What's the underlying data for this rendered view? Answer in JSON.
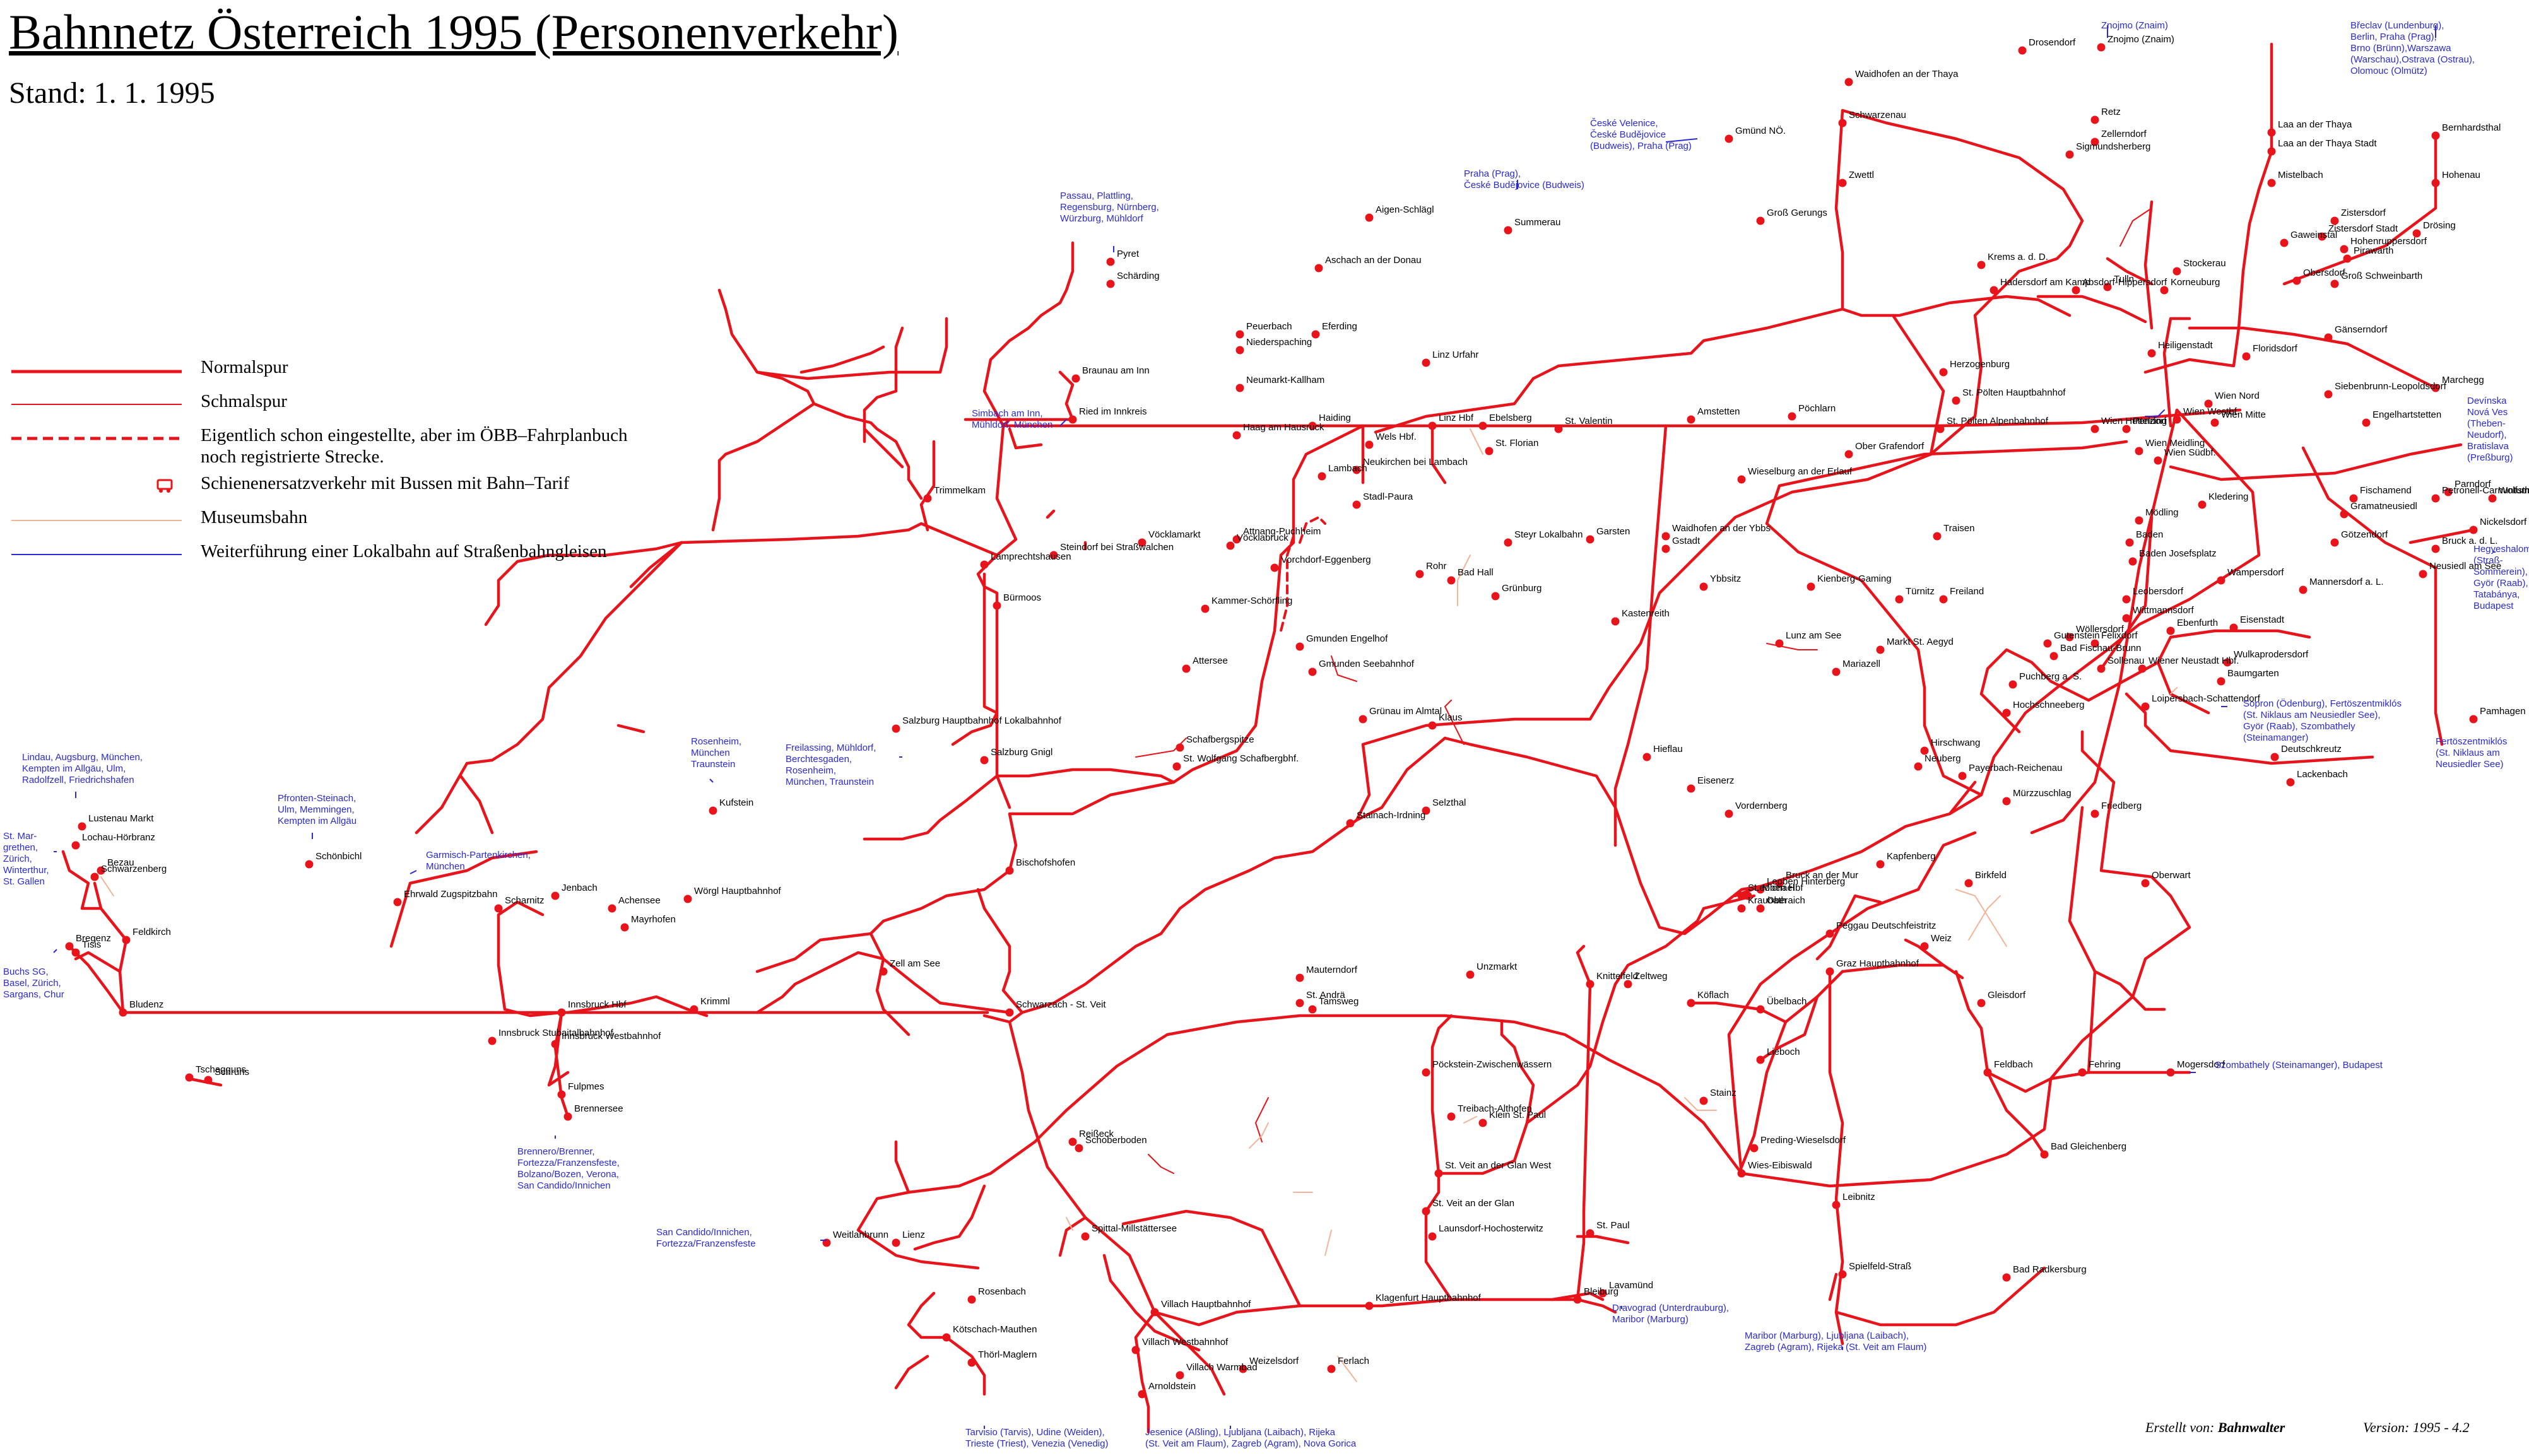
{
  "header": {
    "title": "Bahnnetz Österreich 1995  (Personenverkehr)",
    "subtitle": "Stand: 1. 1. 1995"
  },
  "legend": {
    "items": [
      {
        "style": "normal",
        "label": "Normalspur"
      },
      {
        "style": "narrow",
        "label": "Schmalspur"
      },
      {
        "style": "dashed",
        "label": "Eigentlich schon eingestellte, aber im ÖBB–Fahrplanbuch\nnoch registrierte Strecke."
      },
      {
        "style": "bus",
        "label": "Schienenersatzverkehr mit Bussen mit Bahn–Tarif"
      },
      {
        "style": "museum",
        "label": "Museumsbahn"
      },
      {
        "style": "tram",
        "label": "Weiterführung einer Lokalbahn auf Straßenbahngleisen"
      }
    ]
  },
  "footer": {
    "created_prefix": "Erstellt von:",
    "created_author": "Bahnwalter",
    "version": "Version:  1995 - 4.2"
  },
  "colors": {
    "normal": "#e8141b",
    "narrow": "#e8141b",
    "museum": "#f3b49a",
    "tram": "#2a2ad6",
    "foreign": "#2a2ad6",
    "text": "#000000"
  },
  "stations": [
    {
      "name": "Drosendorf"
    },
    {
      "name": "Znojmo (Znaim)"
    },
    {
      "name": "Waidhofen an der Thaya"
    },
    {
      "name": "Schwarzenau"
    },
    {
      "name": "Gmünd NÖ."
    },
    {
      "name": "Zwettl"
    },
    {
      "name": "Groß Gerungs"
    },
    {
      "name": "Retz"
    },
    {
      "name": "Zellerndorf"
    },
    {
      "name": "Sigmundsherberg"
    },
    {
      "name": "Laa an der Thaya"
    },
    {
      "name": "Laa an der Thaya Stadt"
    },
    {
      "name": "Mistelbach"
    },
    {
      "name": "Bernhardsthal"
    },
    {
      "name": "Hohenau"
    },
    {
      "name": "Drösing"
    },
    {
      "name": "Zistersdorf"
    },
    {
      "name": "Zistersdorf Stadt"
    },
    {
      "name": "Gaweinstal"
    },
    {
      "name": "Pirawarth"
    },
    {
      "name": "Hohenruppersdorf"
    },
    {
      "name": "Obersdorf"
    },
    {
      "name": "Groß Schweinbarth"
    },
    {
      "name": "Gänserndorf"
    },
    {
      "name": "Marchegg"
    },
    {
      "name": "Siebenbrunn-Leopoldsdorf"
    },
    {
      "name": "Engelhartstetten"
    },
    {
      "name": "Krems a. d. D."
    },
    {
      "name": "Hadersdorf am Kamp"
    },
    {
      "name": "Absdorf-Hippersdorf"
    },
    {
      "name": "Stockerau"
    },
    {
      "name": "Korneuburg"
    },
    {
      "name": "Tulln"
    },
    {
      "name": "Herzogenburg"
    },
    {
      "name": "St. Pölten Hauptbahnhof"
    },
    {
      "name": "St. Pölten Alpenbahnhof"
    },
    {
      "name": "Pöchlarn"
    },
    {
      "name": "Amstetten"
    },
    {
      "name": "St. Valentin"
    },
    {
      "name": "Ober Grafendorf"
    },
    {
      "name": "Wieselburg an der Erlauf"
    },
    {
      "name": "Waidhofen an der Ybbs"
    },
    {
      "name": "Gstadt"
    },
    {
      "name": "Ybbsitz"
    },
    {
      "name": "Kienberg-Gaming"
    },
    {
      "name": "Lunz am See"
    },
    {
      "name": "Mariazell"
    },
    {
      "name": "Traisen"
    },
    {
      "name": "Türnitz"
    },
    {
      "name": "Freiland"
    },
    {
      "name": "Markt St. Aegyd"
    },
    {
      "name": "Wien Westbf."
    },
    {
      "name": "Wien Hütteldorf"
    },
    {
      "name": "Penzing"
    },
    {
      "name": "Wien Meidling"
    },
    {
      "name": "Wien Südbf."
    },
    {
      "name": "Wien Nord"
    },
    {
      "name": "Wien Mitte"
    },
    {
      "name": "Floridsdorf"
    },
    {
      "name": "Heiligenstadt"
    },
    {
      "name": "Mödling"
    },
    {
      "name": "Baden"
    },
    {
      "name": "Baden Josefsplatz"
    },
    {
      "name": "Leobersdorf"
    },
    {
      "name": "Wittmannsdorf"
    },
    {
      "name": "Gutenstein"
    },
    {
      "name": "Wöllersdorf"
    },
    {
      "name": "Bad Fischau-Brunn"
    },
    {
      "name": "Puchberg a. S."
    },
    {
      "name": "Hochschneeberg"
    },
    {
      "name": "Felixdorf"
    },
    {
      "name": "Sollenau"
    },
    {
      "name": "Wiener Neustadt Hbf."
    },
    {
      "name": "Ebenfurth"
    },
    {
      "name": "Eisenstadt"
    },
    {
      "name": "Wulkaprodersdorf"
    },
    {
      "name": "Baumgarten"
    },
    {
      "name": "Deutschkreutz"
    },
    {
      "name": "Lackenbach"
    },
    {
      "name": "Parndorf"
    },
    {
      "name": "Gramatneusiedl"
    },
    {
      "name": "Götzendorf"
    },
    {
      "name": "Bruck a. d. L."
    },
    {
      "name": "Neusiedl am See"
    },
    {
      "name": "Nickelsdorf"
    },
    {
      "name": "Wampersdorf"
    },
    {
      "name": "Fischamend"
    },
    {
      "name": "Petronell-Carnuntum"
    },
    {
      "name": "Wolfsthal"
    },
    {
      "name": "Kledering"
    },
    {
      "name": "Mannersdorf a. L."
    },
    {
      "name": "Pamhagen"
    },
    {
      "name": "Loipersbach-Schattendorf"
    },
    {
      "name": "Neuberg"
    },
    {
      "name": "Hirschwang"
    },
    {
      "name": "Payerbach-Reichenau"
    },
    {
      "name": "Mürzzuschlag"
    },
    {
      "name": "Kapfenberg"
    },
    {
      "name": "Bruck an der Mur"
    },
    {
      "name": "Leoben Hbf"
    },
    {
      "name": "Vordernberg"
    },
    {
      "name": "Eisenerz"
    },
    {
      "name": "Hieflau"
    },
    {
      "name": "Kastenreith"
    },
    {
      "name": "Garsten"
    },
    {
      "name": "Steyr Lokalbahn"
    },
    {
      "name": "Grünburg"
    },
    {
      "name": "Linz Hbf"
    },
    {
      "name": "Linz Urfahr"
    },
    {
      "name": "Aigen-Schlägl"
    },
    {
      "name": "Summerau"
    },
    {
      "name": "Ebelsberg"
    },
    {
      "name": "St. Florian"
    },
    {
      "name": "Wels Hbf."
    },
    {
      "name": "Lambach"
    },
    {
      "name": "Neukirchen bei Lambach"
    },
    {
      "name": "Haiding"
    },
    {
      "name": "Aschach an der Donau"
    },
    {
      "name": "Eferding"
    },
    {
      "name": "Peuerbach"
    },
    {
      "name": "Niederspaching"
    },
    {
      "name": "Neumarkt-Kallham"
    },
    {
      "name": "Haag am Hausruck"
    },
    {
      "name": "Schärding"
    },
    {
      "name": "Pyret"
    },
    {
      "name": "Ried im Innkreis"
    },
    {
      "name": "Braunau am Inn"
    },
    {
      "name": "Attnang-Puchheim"
    },
    {
      "name": "Vöcklabruck"
    },
    {
      "name": "Vöcklamarkt"
    },
    {
      "name": "Kammer-Schörfling"
    },
    {
      "name": "Attersee"
    },
    {
      "name": "Stadl-Paura"
    },
    {
      "name": "Vorchdorf-Eggenberg"
    },
    {
      "name": "Gmunden Engelhof"
    },
    {
      "name": "Gmunden Seebahnhof"
    },
    {
      "name": "Grünau im Almtal"
    },
    {
      "name": "Rohr"
    },
    {
      "name": "Bad Hall"
    },
    {
      "name": "Klaus"
    },
    {
      "name": "Selzthal"
    },
    {
      "name": "Stainach-Irdning"
    },
    {
      "name": "Steindorf bei Straßwalchen"
    },
    {
      "name": "Lamprechtshausen"
    },
    {
      "name": "Bürmoos"
    },
    {
      "name": "Trimmelkam"
    },
    {
      "name": "Salzburg Hauptbahnhof Lokalbahnhof"
    },
    {
      "name": "Salzburg Gnigl"
    },
    {
      "name": "Schafbergspitze"
    },
    {
      "name": "St. Wolfgang Schafbergbhf."
    },
    {
      "name": "Bischofshofen"
    },
    {
      "name": "Schwarzach - St. Veit"
    },
    {
      "name": "Zell am See"
    },
    {
      "name": "Krimml"
    },
    {
      "name": "Wörgl Hauptbahnhof"
    },
    {
      "name": "Kufstein"
    },
    {
      "name": "Jenbach"
    },
    {
      "name": "Achensee"
    },
    {
      "name": "Mayrhofen"
    },
    {
      "name": "Innsbruck Hbf"
    },
    {
      "name": "Innsbruck Westbahnhof"
    },
    {
      "name": "Innsbruck Stubaitalbahnhof"
    },
    {
      "name": "Fulpmes"
    },
    {
      "name": "Brennersee"
    },
    {
      "name": "Scharnitz"
    },
    {
      "name": "Ehrwald Zugspitzbahn"
    },
    {
      "name": "Schönbichl"
    },
    {
      "name": "Bludenz"
    },
    {
      "name": "Schruns"
    },
    {
      "name": "Tschagguns"
    },
    {
      "name": "Feldkirch"
    },
    {
      "name": "Bregenz"
    },
    {
      "name": "Lochau-Hörbranz"
    },
    {
      "name": "Lustenau Markt"
    },
    {
      "name": "Bezau"
    },
    {
      "name": "Schwarzenberg"
    },
    {
      "name": "Tisis"
    },
    {
      "name": "Unzmarkt"
    },
    {
      "name": "Tamsweg"
    },
    {
      "name": "Mauterndorf"
    },
    {
      "name": "St. Andrä"
    },
    {
      "name": "Pöckstein-Zwischenwässern"
    },
    {
      "name": "Treibach-Althofen"
    },
    {
      "name": "Klein St. Paul"
    },
    {
      "name": "St. Veit an der Glan"
    },
    {
      "name": "St. Veit an der Glan West"
    },
    {
      "name": "Launsdorf-Hochosterwitz"
    },
    {
      "name": "Klagenfurt Hauptbahnhof"
    },
    {
      "name": "Villach Hauptbahnhof"
    },
    {
      "name": "Villach Westbahnhof"
    },
    {
      "name": "Villach Warmbad"
    },
    {
      "name": "Arnoldstein"
    },
    {
      "name": "Thörl-Maglern"
    },
    {
      "name": "Kötschach-Mauthen"
    },
    {
      "name": "Rosenbach"
    },
    {
      "name": "Weizelsdorf"
    },
    {
      "name": "Ferlach"
    },
    {
      "name": "Spittal-Millstättersee"
    },
    {
      "name": "Schoberboden"
    },
    {
      "name": "Reißeck"
    },
    {
      "name": "Lienz"
    },
    {
      "name": "Weitlanbrunn"
    },
    {
      "name": "Bleiburg"
    },
    {
      "name": "St. Paul"
    },
    {
      "name": "Lavamünd"
    },
    {
      "name": "Zeltweg"
    },
    {
      "name": "Knittelfeld"
    },
    {
      "name": "Graz Hauptbahnhof"
    },
    {
      "name": "Übelbach"
    },
    {
      "name": "Peggau Deutschfeistritz"
    },
    {
      "name": "Köflach"
    },
    {
      "name": "Lieboch"
    },
    {
      "name": "Preding-Wieselsdorf"
    },
    {
      "name": "Wies-Eibiswald"
    },
    {
      "name": "Stainz"
    },
    {
      "name": "Leibnitz"
    },
    {
      "name": "Spielfeld-Straß"
    },
    {
      "name": "Bad Radkersburg"
    },
    {
      "name": "Gleisdorf"
    },
    {
      "name": "Weiz"
    },
    {
      "name": "Birkfeld"
    },
    {
      "name": "Feldbach"
    },
    {
      "name": "Fehring"
    },
    {
      "name": "Mogersdorf"
    },
    {
      "name": "Bad Gleichenberg"
    },
    {
      "name": "Friedberg"
    },
    {
      "name": "Oberwart"
    },
    {
      "name": "St. Michael"
    },
    {
      "name": "Kraubath"
    },
    {
      "name": "Leoben Hinterberg"
    },
    {
      "name": "Oberaich"
    }
  ],
  "destinations": [
    {
      "key": "znojmo",
      "text": "Znojmo (Znaim)"
    },
    {
      "key": "breclav",
      "text": "Břeclav (Lundenburg),\nBerlin, Praha (Prag),\nBrno (Brünn),Warszawa\n(Warschau),Ostrava (Ostrau),\nOlomouc (Olmütz)"
    },
    {
      "key": "velenice",
      "text": "České Velenice,\nČeské Budějovice\n(Budweis), Praha (Prag)"
    },
    {
      "key": "summerau",
      "text": "Praha (Prag),\nČeské Budějovice (Budweis)"
    },
    {
      "key": "passau",
      "text": "Passau, Plattling,\nRegensburg, Nürnberg,\nWürzburg, Mühldorf"
    },
    {
      "key": "simbach",
      "text": "Simbach am Inn,\nMühldorf, München"
    },
    {
      "key": "freilassing",
      "text": "Freilassing, Mühldorf,\nBerchtesgaden,\nRosenheim,\nMünchen, Traunstein"
    },
    {
      "key": "kufstein",
      "text": "Rosenheim,\nMünchen\nTraunstein"
    },
    {
      "key": "garmisch",
      "text": "Garmisch-Partenkirchen,\nMünchen"
    },
    {
      "key": "pfronten",
      "text": "Pfronten-Steinach,\nUlm, Memmingen,\nKempten im Allgäu"
    },
    {
      "key": "lindau",
      "text": "Lindau, Augsburg, München,\nKempten im Allgäu, Ulm,\nRadolfzell, Friedrichshafen"
    },
    {
      "key": "stmargrethen",
      "text": "St. Mar-\ngrethen,\nZürich,\nWinterthur,\nSt. Gallen"
    },
    {
      "key": "buchs",
      "text": "Buchs SG,\nBasel, Zürich,\nSargans, Chur"
    },
    {
      "key": "brenner",
      "text": "Brennero/Brenner,\nFortezza/Franzensfeste,\nBolzano/Bozen, Verona,\nSan Candido/Innichen"
    },
    {
      "key": "sancandido",
      "text": "San Candido/Innichen,\nFortezza/Franzensfeste"
    },
    {
      "key": "tarvisio",
      "text": "Tarvisio (Tarvis), Udine (Weiden),\nTrieste (Triest), Venezia (Venedig)"
    },
    {
      "key": "jesenice",
      "text": "Jesenice (Aßling), Ljubljana (Laibach), Rijeka\n(St. Veit am Flaum), Zagreb (Agram), Nova Gorica"
    },
    {
      "key": "dravograd",
      "text": "Dravograd (Unterdrauburg),\nMaribor (Marburg)"
    },
    {
      "key": "maribor",
      "text": "Maribor (Marburg), Ljubljana (Laibach),\nZagreb (Agram), Rijeka (St. Veit am Flaum)"
    },
    {
      "key": "szombathely",
      "text": "Szombathely (Steinamanger), Budapest"
    },
    {
      "key": "sopron",
      "text": "Sopron (Ödenburg), Fertöszentmiklós\n(St. Niklaus am Neusiedler See),\nGyör (Raab), Szombathely\n(Steinamanger)"
    },
    {
      "key": "pamhagen",
      "text": "Fertöszentmiklós\n(St. Niklaus am\nNeusiedler See)"
    },
    {
      "key": "hegyeshalom",
      "text": "Hegyeshalom\n(Straß-\nSommerein),\nGyör (Raab),\nTatabánya,\nBudapest"
    },
    {
      "key": "devinska",
      "text": "Devínska\nNová Ves\n(Theben-\nNeudorf),\nBratislava\n(Preßburg)"
    }
  ]
}
